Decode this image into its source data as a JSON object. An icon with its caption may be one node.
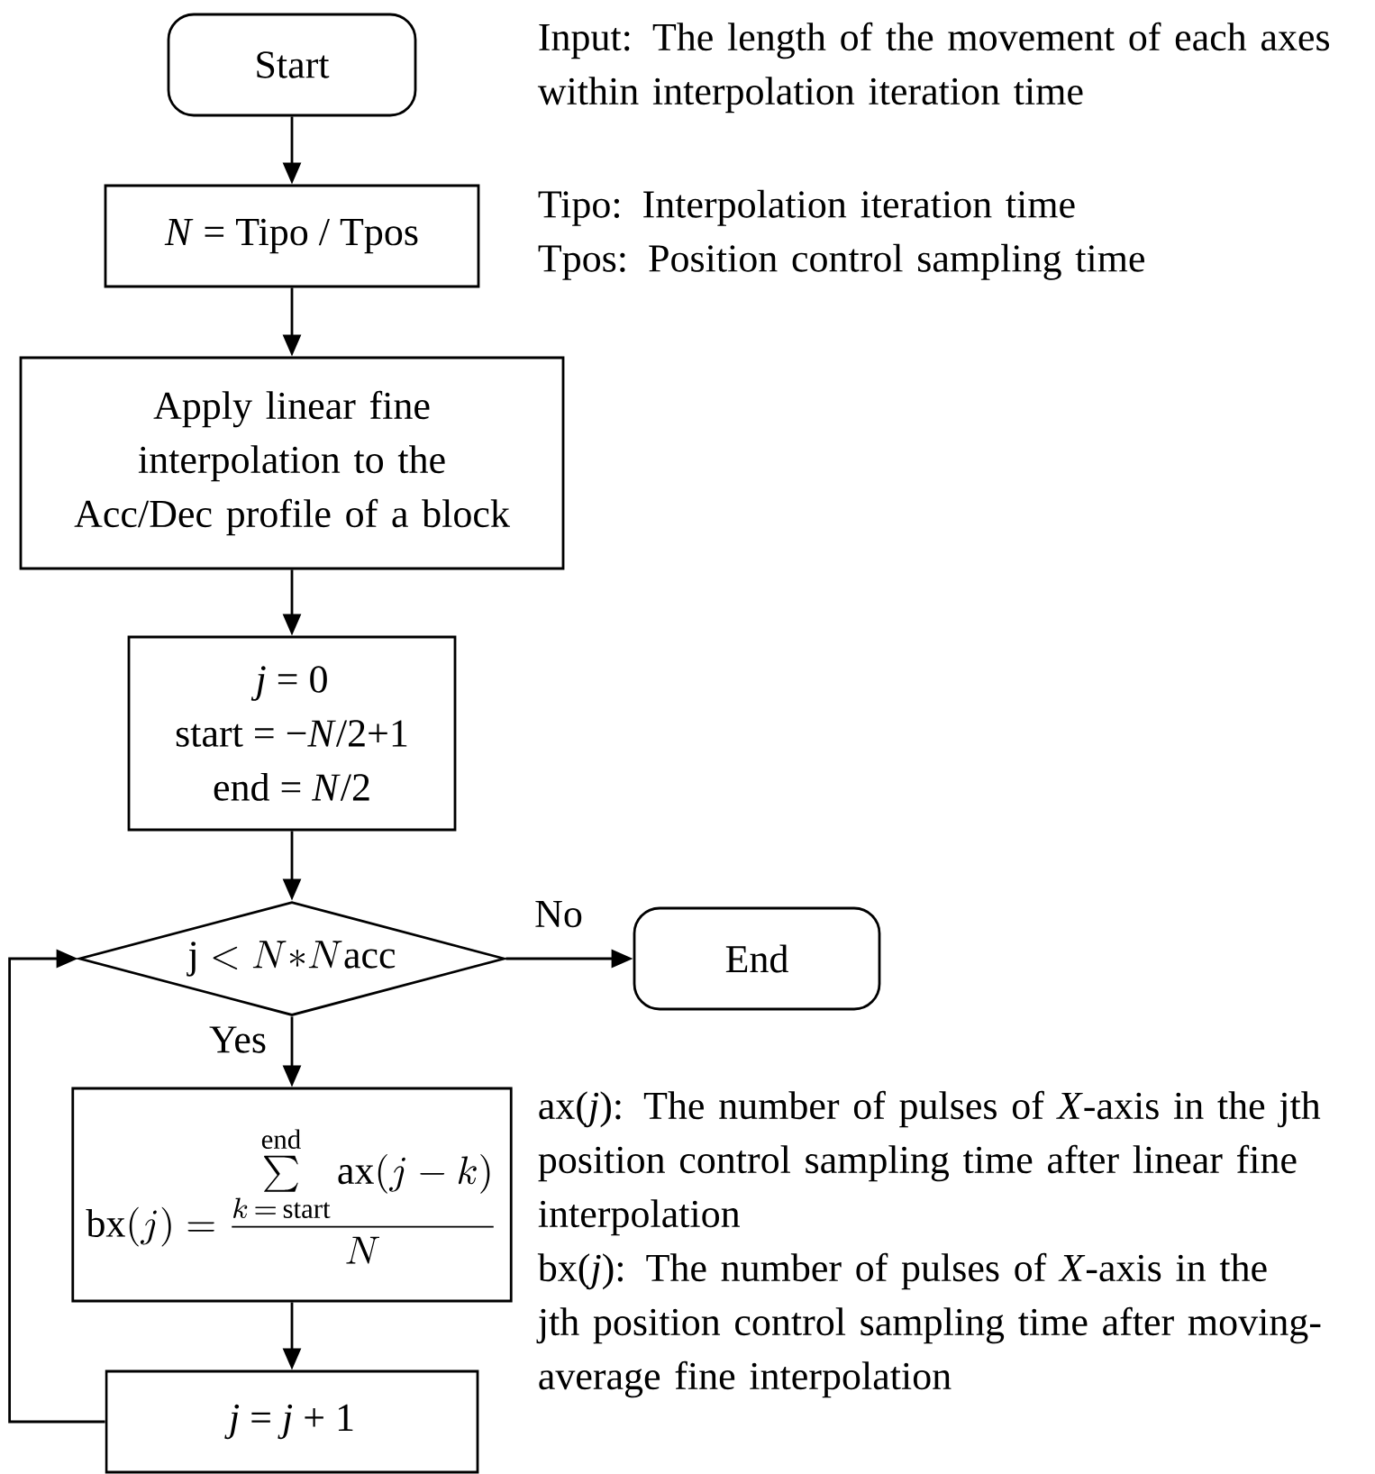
{
  "diagram": {
    "nodes": [
      {
        "text": [
          "Start"
        ]
      },
      {
        "text": [
          "*N* = Tipo / Tpos"
        ]
      },
      {
        "text": [
          "Apply linear fine interpolation to the Acc/Dec profile of a block"
        ]
      },
      {
        "text": [
          "*j* = 0",
          "start = −*N*/2+1",
          "end = *N*/2"
        ]
      },
      {
        "text": [
          "\\mathrm{j} < N{*}N\\mathrm{acc}"
        ]
      },
      {
        "text": [
          "End"
        ]
      },
      {
        "text": [
          "\\mathrm{bx}(j) = \\frac{\\sum\\limits_{k\\,=\\,\\mathrm{start}}^{\\mathrm{end}} \\mathrm{ax}(j-k)}{N}"
        ]
      },
      {
        "text": [
          "*j* = *j* + 1"
        ]
      }
    ],
    "edges": [
      {
        "from": 0,
        "to": 1,
        "arrow": "to"
      },
      {
        "from": 1,
        "to": 2,
        "arrow": "to"
      },
      {
        "from": 2,
        "to": 3,
        "arrow": "to"
      },
      {
        "from": 3,
        "to": 4,
        "arrow": "to"
      },
      {
        "from": 4,
        "to": 5,
        "arrow": "to",
        "label": "No"
      },
      {
        "from": 4,
        "to": 6,
        "arrow": "to",
        "label": "Yes"
      },
      {
        "from": 6,
        "to": 7,
        "arrow": "to"
      },
      {
        "from": 7,
        "to": 4,
        "arrow": "to"
      }
    ],
    "labels": [
      "Input: The length of the movement of each axes within interpolation iteration time",
      "Tipo: Interpolation iteration time",
      "Tpos: Position control sampling time",
      "ax(*j*): The number of pulses of *X*-axis in the jth position control sampling time after linear fine interpolation",
      "bx(*j*): The number of pulses of *X*-axis in the jth position control sampling time after moving-average fine interpolation"
    ]
  }
}
